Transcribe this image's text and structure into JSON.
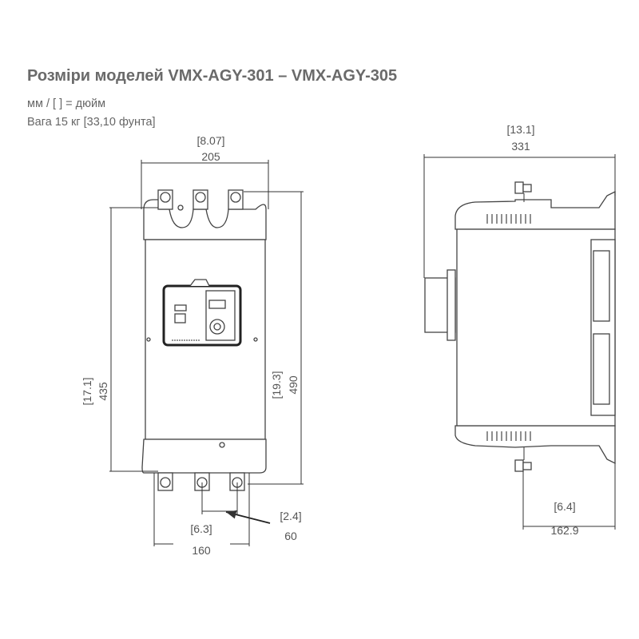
{
  "header": {
    "title": "Розміри моделей VMX-AGY-301 – VMX-AGY-305",
    "units_note": "мм / [ ] = дюйм",
    "weight": "Вага 15 кг [33,10 фунта]"
  },
  "front_view": {
    "width": {
      "inch": "[8.07]",
      "mm": "205"
    },
    "mount_height": {
      "inch": "[17.1]",
      "mm": "435"
    },
    "total_height": {
      "inch": "[19.3]",
      "mm": "490"
    },
    "terminal_pitch": {
      "inch": "[2.4]",
      "mm": "60"
    },
    "mount_width": {
      "inch": "[6.3]",
      "mm": "160"
    }
  },
  "side_view": {
    "depth": {
      "inch": "[13.1]",
      "mm": "331"
    },
    "mount_depth": {
      "inch": "[6.4]",
      "mm": "162.9"
    }
  }
}
